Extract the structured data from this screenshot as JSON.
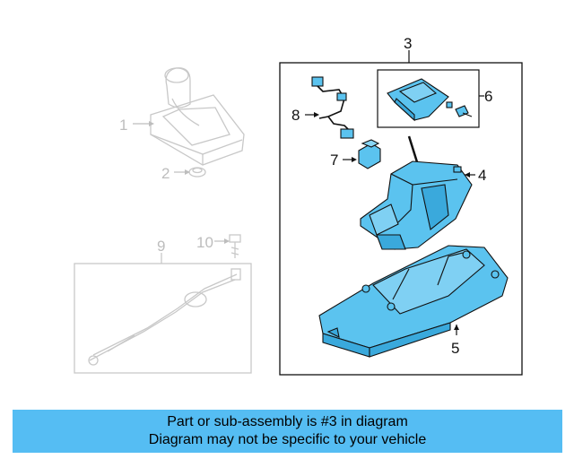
{
  "diagram": {
    "callouts": {
      "c1": "1",
      "c2": "2",
      "c3": "3",
      "c4": "4",
      "c5": "5",
      "c6": "6",
      "c7": "7",
      "c8": "8",
      "c9": "9",
      "c10": "10"
    },
    "colors": {
      "highlight": "#5bc3ef",
      "ghost": "#c8c8c8",
      "outline": "#111111",
      "footer_bg": "#55bdf3"
    }
  },
  "footer": {
    "line1": "Part or sub-assembly is #3 in diagram",
    "line2": "Diagram may not be specific to your vehicle"
  }
}
